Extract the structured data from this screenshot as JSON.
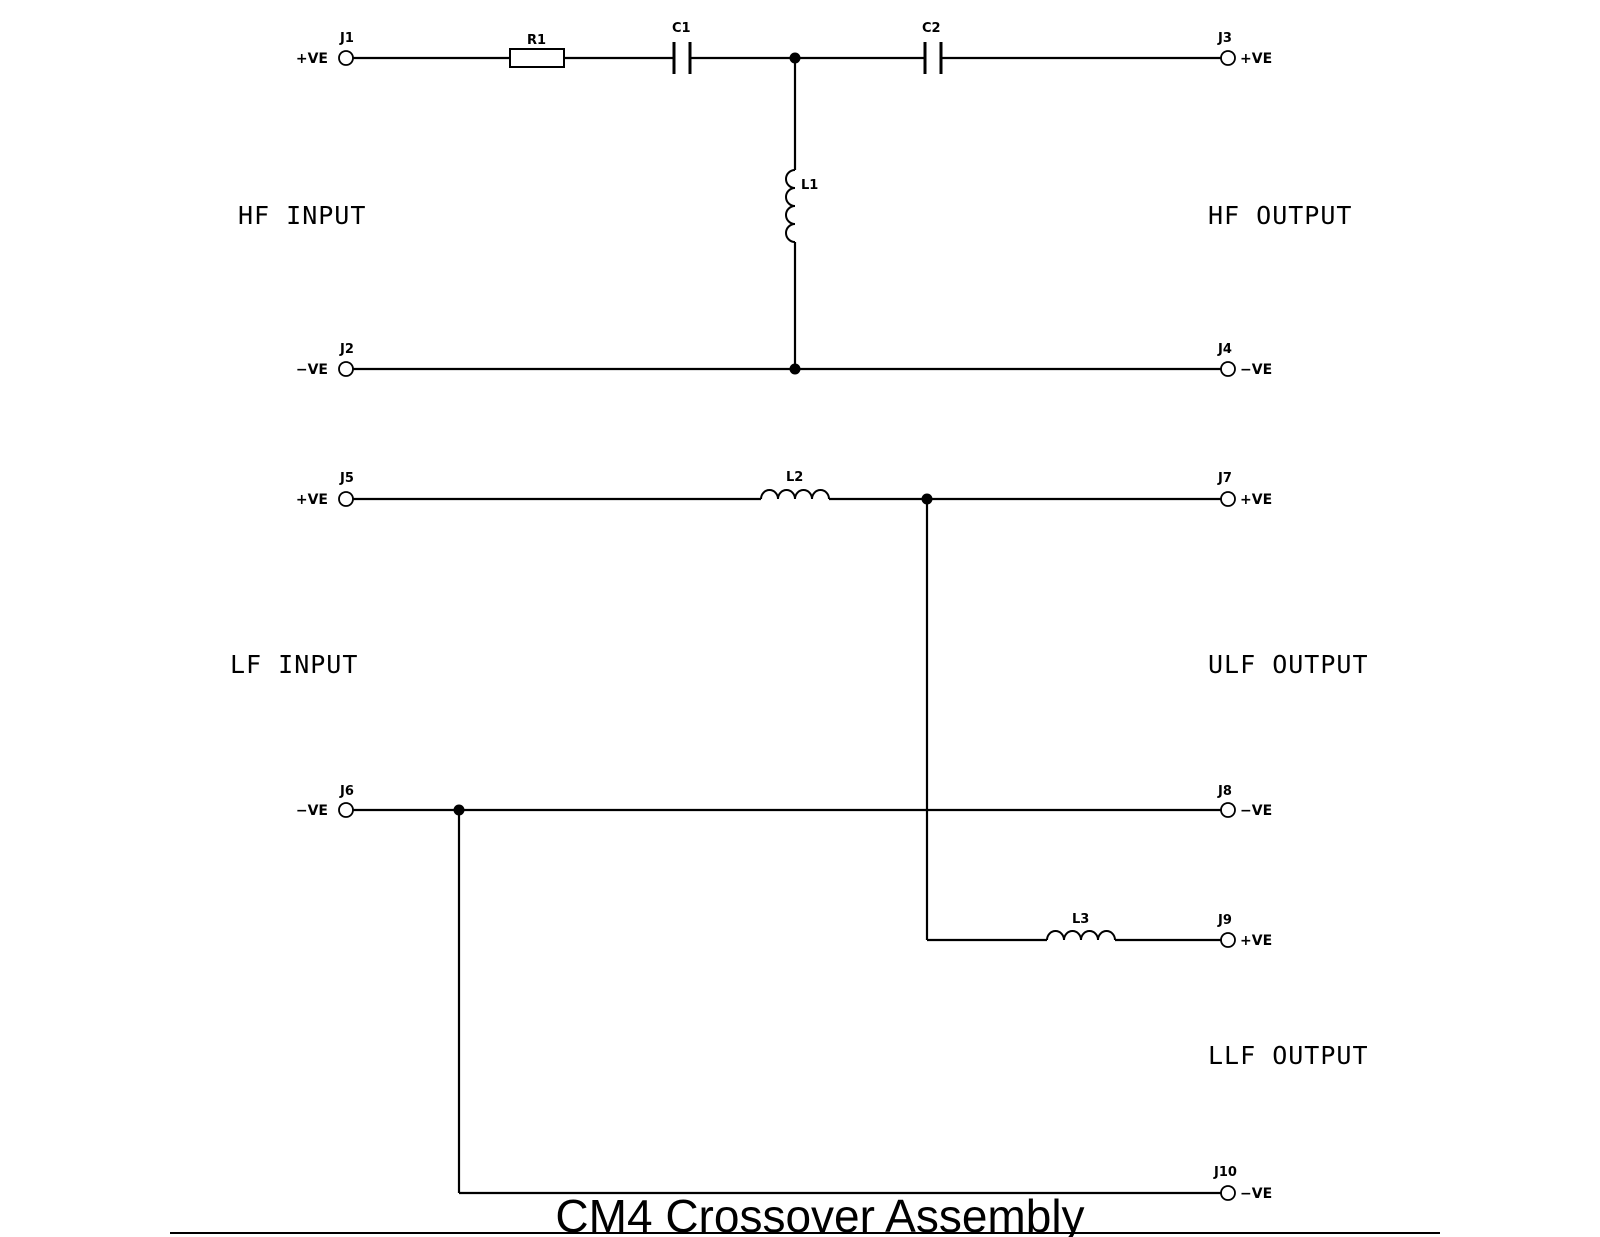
{
  "title": "CM4 Crossover Assembly",
  "groups": {
    "hf_input": "HF INPUT",
    "hf_output": "HF OUTPUT",
    "lf_input": "LF INPUT",
    "ulf_output": "ULF OUTPUT",
    "llf_output": "LLF OUTPUT"
  },
  "terminals": {
    "j1": {
      "ref": "J1",
      "pol": "+VE"
    },
    "j2": {
      "ref": "J2",
      "pol": "−VE"
    },
    "j3": {
      "ref": "J3",
      "pol": "+VE"
    },
    "j4": {
      "ref": "J4",
      "pol": "−VE"
    },
    "j5": {
      "ref": "J5",
      "pol": "+VE"
    },
    "j6": {
      "ref": "J6",
      "pol": "−VE"
    },
    "j7": {
      "ref": "J7",
      "pol": "+VE"
    },
    "j8": {
      "ref": "J8",
      "pol": "−VE"
    },
    "j9": {
      "ref": "J9",
      "pol": "+VE"
    },
    "j10": {
      "ref": "J10",
      "pol": "−VE"
    }
  },
  "components": {
    "r1": "R1",
    "c1": "C1",
    "c2": "C2",
    "l1": "L1",
    "l2": "L2",
    "l3": "L3"
  }
}
